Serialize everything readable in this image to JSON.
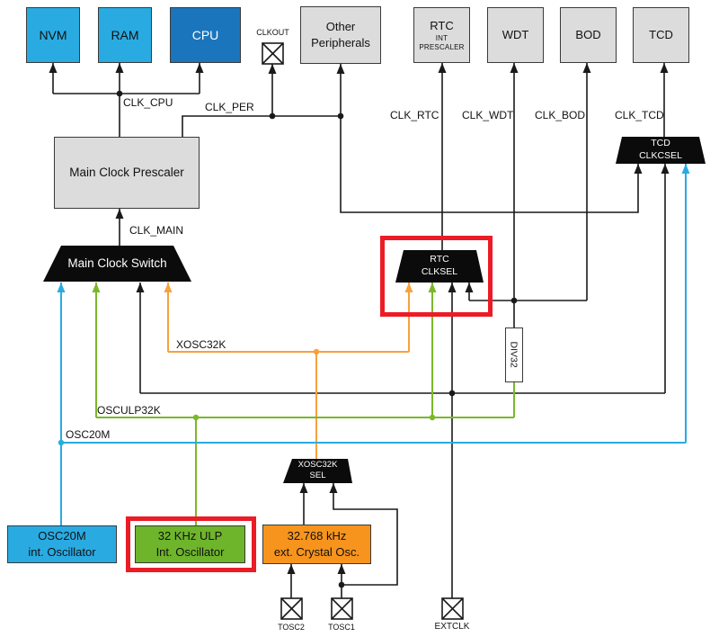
{
  "blocks": {
    "nvm": "NVM",
    "ram": "RAM",
    "cpu": "CPU",
    "other_peripherals": {
      "line1": "Other",
      "line2": "Peripherals"
    },
    "rtc": {
      "line1": "RTC",
      "line2": "INT",
      "line3": "PRESCALER"
    },
    "wdt": "WDT",
    "bod": "BOD",
    "tcd": "TCD",
    "main_clock_prescaler": "Main Clock Prescaler",
    "div32": "DIV32",
    "osc20m": {
      "line1": "OSC20M",
      "line2": "int. Oscillator"
    },
    "ulp_osc": {
      "line1": "32 KHz ULP",
      "line2": "Int. Oscillator"
    },
    "ext_crystal": {
      "line1": "32.768 kHz",
      "line2": "ext. Crystal Osc."
    }
  },
  "muxes": {
    "main_clock_switch": "Main Clock Switch",
    "rtc_clksel": {
      "line1": "RTC",
      "line2": "CLKSEL"
    },
    "tcd_clkcsel": {
      "line1": "TCD",
      "line2": "CLKCSEL"
    },
    "xosc32k_sel": {
      "line1": "XOSC32K",
      "line2": "SEL"
    }
  },
  "pads": {
    "clkout": "CLKOUT",
    "tosc2": "TOSC2",
    "tosc1": "TOSC1",
    "extclk": "EXTCLK"
  },
  "signal_labels": {
    "clk_cpu": "CLK_CPU",
    "clk_per": "CLK_PER",
    "clk_rtc": "CLK_RTC",
    "clk_wdt": "CLK_WDT",
    "clk_bod": "CLK_BOD",
    "clk_tcd": "CLK_TCD",
    "clk_main": "CLK_MAIN",
    "xosc32k": "XOSC32K",
    "osculp32k": "OSCULP32K",
    "osc20m": "OSC20M"
  },
  "colors": {
    "cyan_box": "#29abe2",
    "blue_cpu_box": "#1b75bc",
    "gray_box": "#dcdcdc",
    "green_box": "#6eb52b",
    "orange_box": "#f7941e",
    "black_wire": "#1a1a1a",
    "cyan_wire": "#29abe2",
    "green_wire": "#7ab829",
    "orange_wire": "#f7a13e",
    "highlight_red": "#eb1c26"
  }
}
